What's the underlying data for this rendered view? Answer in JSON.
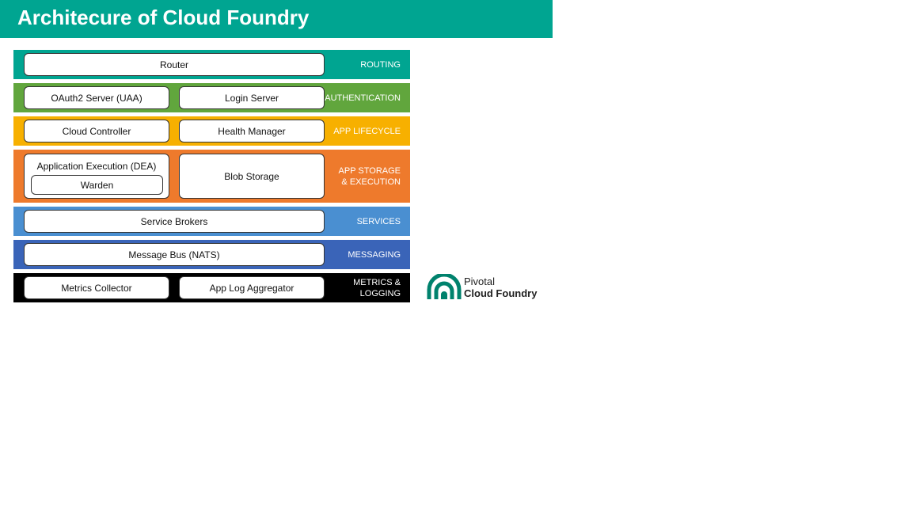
{
  "title": "Architecure of Cloud Foundry",
  "layers": [
    {
      "name": "ROUTING",
      "color": "#00a591",
      "boxes": [
        "Router"
      ]
    },
    {
      "name": "AUTHENTICATION",
      "color": "#61a63d",
      "boxes": [
        "OAuth2 Server (UAA)",
        "Login Server"
      ]
    },
    {
      "name": "APP LIFECYCLE",
      "color": "#f7b000",
      "boxes": [
        "Cloud Controller",
        "Health Manager"
      ]
    },
    {
      "name_line1": "APP STORAGE",
      "name_line2": "& EXECUTION",
      "color": "#ee7a2c",
      "boxes": [
        "Application Execution (DEA)",
        "Warden",
        "Blob Storage"
      ]
    },
    {
      "name": "SERVICES",
      "color": "#4a8fd1",
      "boxes": [
        "Service Brokers"
      ]
    },
    {
      "name": "MESSAGING",
      "color": "#3a64b8",
      "boxes": [
        "Message Bus (NATS)"
      ]
    },
    {
      "name_line1": "METRICS &",
      "name_line2": "LOGGING",
      "color": "#000000",
      "boxes": [
        "Metrics Collector",
        "App Log Aggregator"
      ]
    }
  ],
  "logo": {
    "line1": "Pivotal",
    "line2": "Cloud Foundry",
    "icon": "pivotal-arches-logo-icon",
    "color": "#00826d"
  }
}
